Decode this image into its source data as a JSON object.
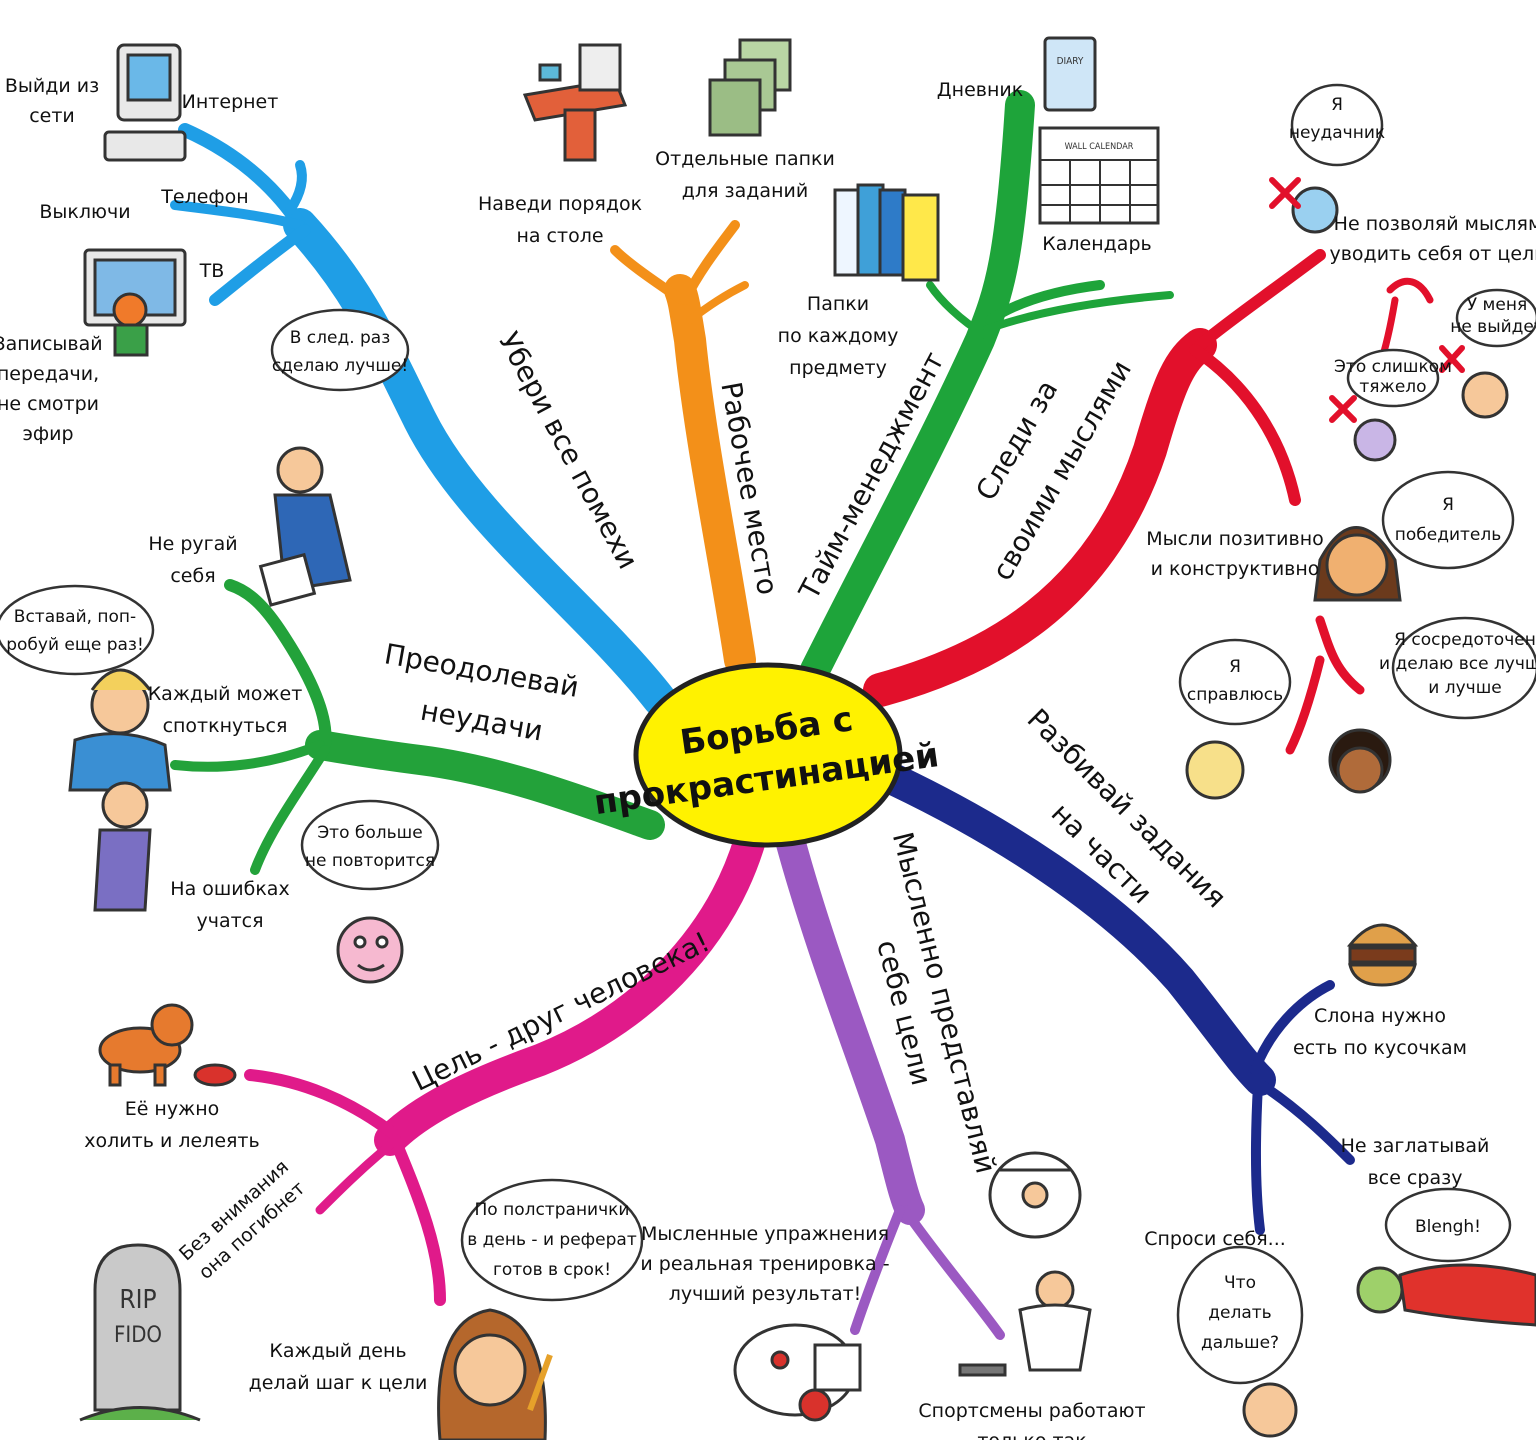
{
  "center": {
    "line1": "Борьба с",
    "line2": "прокрастинацией"
  },
  "colors": {
    "blue": "#1f9ee6",
    "orange": "#f39019",
    "green_top": "#1ea43a",
    "red": "#e2102b",
    "navy": "#1c2a8c",
    "purple": "#9b59c2",
    "magenta": "#e01a8a",
    "green_left": "#23a23a",
    "center_fill": "#fff200"
  },
  "branches": {
    "blue": "Убери все помехи",
    "orange": "Рабочее место",
    "green_top": "Тайм-менеджмент",
    "red": [
      "Следи за",
      "своими мыслями"
    ],
    "navy": [
      "Разбивай задания",
      "на части"
    ],
    "purple": [
      "Мысленно представляй",
      "себе цели"
    ],
    "magenta": "Цель - друг человека!",
    "green_left": [
      "Преодолевай",
      "неудачи"
    ]
  },
  "labels": {
    "exit_net": [
      "Выйди из",
      "сети"
    ],
    "internet": "Интернет",
    "phone": "Телефон",
    "off": "Выключи",
    "tv": "ТВ",
    "record": [
      "Записывай",
      "передачи,",
      "не смотри",
      "эфир"
    ],
    "desk": [
      "Наведи порядок",
      "на столе"
    ],
    "folders_tasks": [
      "Отдельные папки",
      "для заданий"
    ],
    "folders_subject": [
      "Папки",
      "по каждому",
      "предмету"
    ],
    "diary": "Дневник",
    "calendar": "Календарь",
    "thoughts": [
      "Не позволяй мыслям",
      "уводить себя от цели"
    ],
    "positive": [
      "Мысли позитивно",
      "и конструктивно"
    ],
    "elephant": [
      "Слона нужно",
      "есть по кусочкам"
    ],
    "swallow": [
      "Не заглатывай",
      "все сразу"
    ],
    "ask": "Спроси себя...",
    "athletes": [
      "Спортсмены работают",
      "только так"
    ],
    "mental": [
      "Мысленные упражнения",
      "и реальная тренировка -",
      "лучший результат!"
    ],
    "every_day": [
      "Каждый день",
      "делай шаг к цели"
    ],
    "no_attention": [
      "Без внимания",
      "она погибнет"
    ],
    "cherish": [
      "Её нужно",
      "холить и лелеять"
    ],
    "mistakes": [
      "На ошибках",
      "учатся"
    ],
    "stumble": [
      "Каждый может",
      "споткнуться"
    ],
    "no_scold": [
      "Не ругай",
      "себя"
    ],
    "diary_img": "DIARY",
    "wall_calendar": "WALL CALENDAR",
    "rip": [
      "RIP",
      "FIDO"
    ]
  },
  "bubbles": {
    "loser": [
      "Я",
      "неудачник"
    ],
    "not_work": [
      "У меня",
      "не выйдет"
    ],
    "too_hard": [
      "Это слишком",
      "тяжело"
    ],
    "winner": [
      "Я",
      "победитель"
    ],
    "cope": [
      "Я",
      "справлюсь"
    ],
    "focused": [
      "Я сосредоточен",
      "и делаю все лучше",
      "и лучше"
    ],
    "next_time": [
      "В след. раз",
      "сделаю лучше!"
    ],
    "try_again": [
      "Вставай, поп-",
      "робуй еще раз!"
    ],
    "never_again": [
      "Это больше",
      "не повторится"
    ],
    "half_page": [
      "По полстранички",
      "в день - и реферат",
      "готов в срок!"
    ],
    "what_next": [
      "Что",
      "делать",
      "дальше?"
    ],
    "blengh": "Blengh!"
  }
}
